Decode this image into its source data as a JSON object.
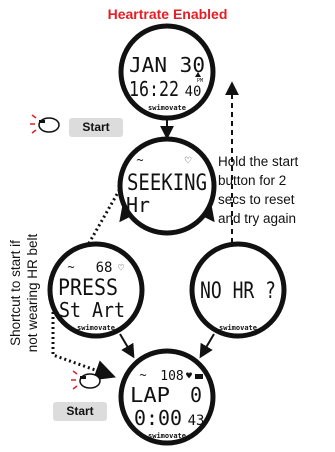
{
  "title": "Heartrate Enabled",
  "title_color": "#e31e24",
  "start_label": "Start",
  "brand": "swimovate",
  "side_note": [
    "Hold the start",
    "button for 2",
    "secs to reset",
    "and try again"
  ],
  "shortcut_note": [
    "Shortcut to start if",
    "not wearing HR belt"
  ],
  "watches": {
    "time": {
      "line1": "JAN 30",
      "line2": "16:22",
      "seconds": "40",
      "pm": "PM"
    },
    "seeking": {
      "line1": "SEEKING",
      "line2": "Hr"
    },
    "press_start": {
      "hr": "68",
      "line1": "PRESS",
      "line2": "St Art"
    },
    "no_hr": {
      "line1": "NO HR ?"
    },
    "lap": {
      "hr": "108",
      "line1": "LAP",
      "lap_num": "0",
      "time": "0:00",
      "time_small": "43"
    }
  }
}
